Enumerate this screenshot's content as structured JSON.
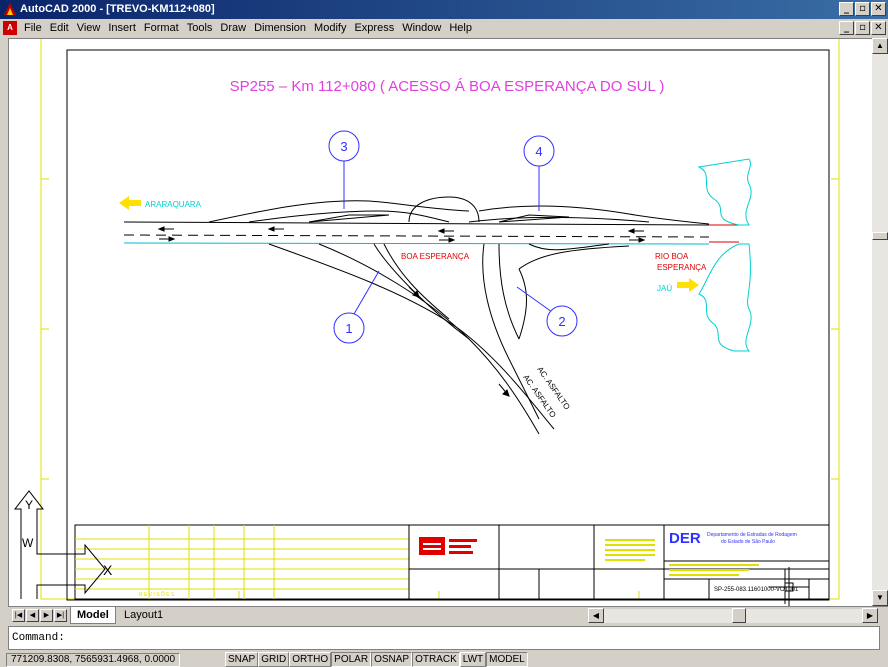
{
  "window": {
    "title": "AutoCAD 2000 - [TREVO-KM112+080]"
  },
  "window_buttons": [
    "_",
    "▫",
    "✕"
  ],
  "menu": [
    "File",
    "Edit",
    "View",
    "Insert",
    "Format",
    "Tools",
    "Draw",
    "Dimension",
    "Modify",
    "Express",
    "Window",
    "Help"
  ],
  "drawing": {
    "title": "SP255 – Km 112+080 ( ACESSO Á BOA ESPERANÇA DO SUL )",
    "labels": {
      "araraquara": "ARARAQUARA",
      "boa_esperanca": "BOA ESPERANÇA",
      "rio_boa": "RIO BOA",
      "esperanca": "ESPERANÇA",
      "jau": "JAÚ",
      "ac_asfalto_1": "AC. ASFALTO",
      "ac_asfalto_2": "AC. ASFALTO"
    },
    "markers": [
      "1",
      "2",
      "3",
      "4"
    ],
    "title_block": {
      "der": "DER",
      "der_name_1": "Departamento de Estradas de Rodagem",
      "der_name_2": "do Estado de São Paulo",
      "revisoes": "R E V I S Õ E S",
      "drawing_number": "SP-255-083.11601000-VOT001"
    },
    "ucs": {
      "y": "Y",
      "w": "W",
      "x": "X"
    }
  },
  "tabs": {
    "model": "Model",
    "layout": "Layout1"
  },
  "command": {
    "prompt": "Command:"
  },
  "status": {
    "coords": "771209.8308, 7565931.4968, 0.0000",
    "toggles": [
      "SNAP",
      "GRID",
      "ORTHO",
      "POLAR",
      "OSNAP",
      "OTRACK",
      "LWT",
      "MODEL"
    ]
  },
  "colors": {
    "title": "#e040e0",
    "arrow": "#ffe000",
    "label_red": "#e00000",
    "label_cyan": "#00d0d0",
    "frame": "#e0e000",
    "marker": "#3030ff"
  }
}
